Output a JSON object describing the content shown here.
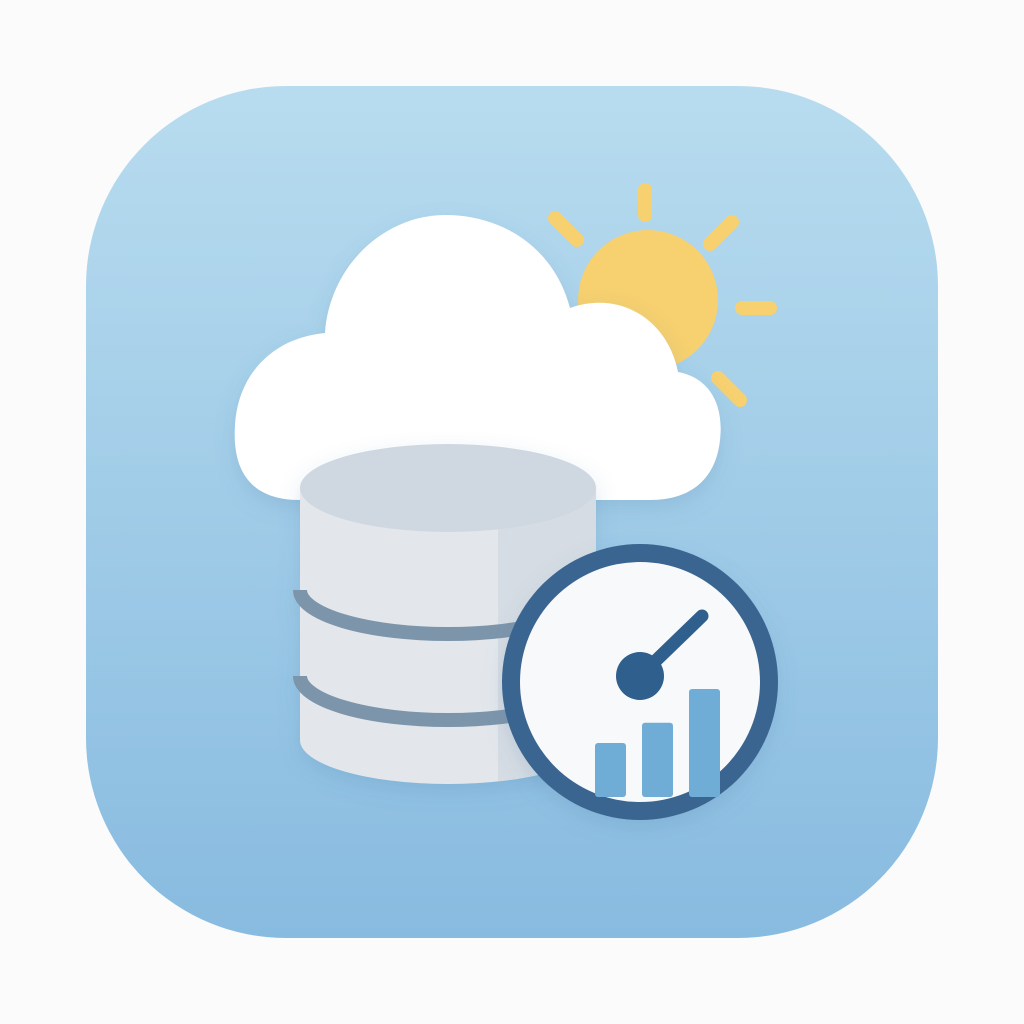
{
  "app_icon": {
    "background": {
      "top_color": "#b8dcef",
      "bottom_color": "#88bbe0"
    },
    "cloud": {
      "icon": "cloud-icon",
      "color": "#ffffff"
    },
    "sun": {
      "icon": "sun-icon",
      "color": "#f7d06f",
      "rays": 6
    },
    "database": {
      "icon": "database-icon",
      "body_color": "#e3e7ec",
      "top_color": "#cfd8e1",
      "band_color": "#7d95ab",
      "bands": 2
    },
    "performance_gauge": {
      "icon": "gauge-icon",
      "ring_color": "#3a6591",
      "face_color": "#f7f9fa",
      "needle_color": "#2f5f8d",
      "bar_color": "#70add6",
      "bar_levels": [
        0.4,
        0.55,
        0.8
      ]
    }
  }
}
